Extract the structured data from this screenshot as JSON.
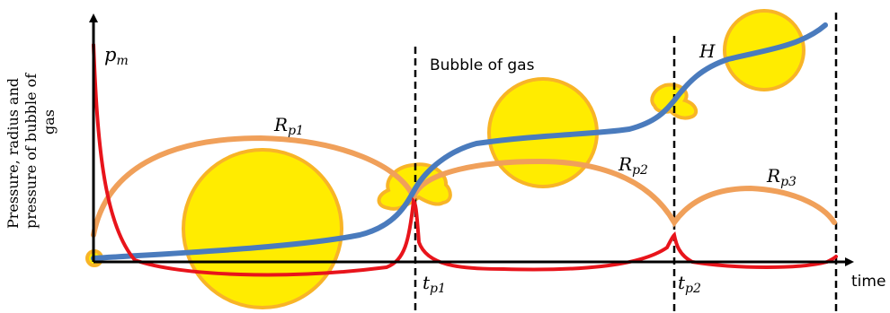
{
  "y_axis_label_lines": [
    "Pressure, radius and",
    "pressure of bubble of",
    "gas"
  ],
  "x_axis_label": "time",
  "annotation_bubble_of_gas": "Bubble of gas",
  "curve_labels": {
    "pm": {
      "base": "p",
      "sub": "m"
    },
    "rp1": {
      "base": "R",
      "sub": "p1"
    },
    "rp2": {
      "base": "R",
      "sub": "p2"
    },
    "rp3": {
      "base": "R",
      "sub": "p3"
    },
    "h": {
      "base": "H",
      "sub": ""
    }
  },
  "time_markers": [
    {
      "base": "t",
      "sub": "p1"
    },
    {
      "base": "t",
      "sub": "p2"
    }
  ],
  "colors": {
    "pressure_curve": "#e8141b",
    "radius_curve": "#f0a05a",
    "gas_pressure_curve": "#4a7bbd",
    "bubble_fill": "#ffec00",
    "bubble_stroke": "#f8b427",
    "axes": "#000000"
  }
}
